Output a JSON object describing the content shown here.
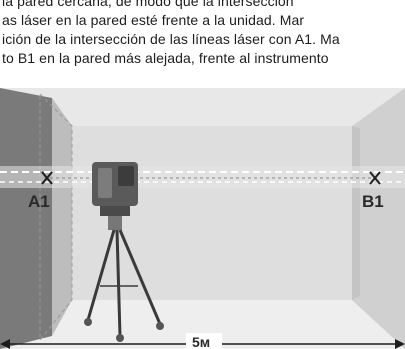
{
  "text": {
    "lines": [
      "la pared cercana, de modo que la intersección",
      "as láser en la pared esté frente a la unidad. Mar",
      "ición de la intersección de las líneas láser con A1. Ma",
      "to B1 en la pared más alejada, frente al instrumento"
    ]
  },
  "figure": {
    "point_a_label": "A1",
    "point_b_label": "B1",
    "distance_label": "5м"
  },
  "colors": {
    "wall_dark": "#7a7a7a",
    "wall_mid": "#b9b9b9",
    "wall_light": "#dadada",
    "floor": "#eeeeee",
    "laser": "#ffffff",
    "instrument": "#5a5a5a"
  }
}
